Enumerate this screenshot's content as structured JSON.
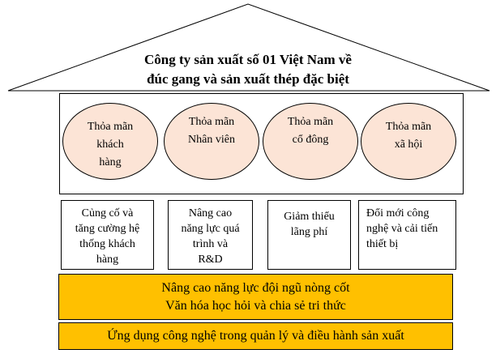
{
  "title": {
    "line1": "Công ty sản xuất số 01 Việt Nam về",
    "line2": "đúc gang và sản xuất thép đặc biệt"
  },
  "goals": [
    "Thỏa mãn\nkhách\nhàng",
    "Thỏa mãn\nNhân viên",
    "Thỏa mãn\ncổ đông",
    "Thỏa mãn\nxã hội"
  ],
  "pillars": [
    "Củng cố và\ntăng cường hệ\nthống khách\nhàng",
    "Nâng cao\nnăng lực quá\ntrình và\nR&D",
    "Giảm thiểu\nlãng phí",
    "Đổi mới công\nnghệ và cải tiến\nthiết bị"
  ],
  "foundation": {
    "line1": "Nâng cao năng lực đội ngũ nòng cốt",
    "line2": "Văn hóa học hỏi và chia sẻ tri thức",
    "base": "Ứng dụng công nghệ trong quản lý và điều hành sản xuất"
  },
  "colors": {
    "ellipse": "#fce4d6",
    "bar": "#ffc000"
  }
}
